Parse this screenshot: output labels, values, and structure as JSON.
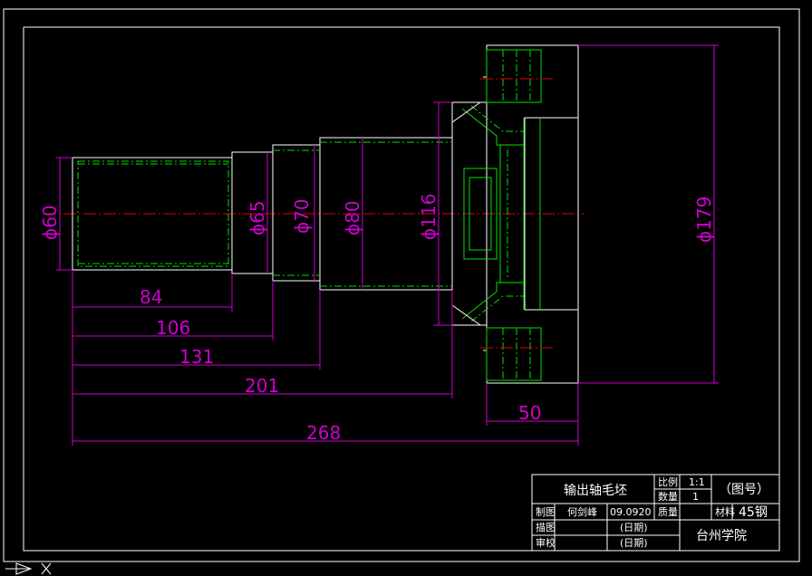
{
  "dimensions": {
    "diameters": [
      "ϕ60",
      "ϕ65",
      "ϕ70",
      "ϕ80",
      "ϕ116",
      "ϕ179"
    ],
    "lengths": [
      "84",
      "106",
      "131",
      "201",
      "268",
      "50"
    ]
  },
  "title_block": {
    "part_name": "输出轴毛坯",
    "scale_label": "比例",
    "scale_value": "1:1",
    "quantity_label": "数量",
    "quantity_value": "1",
    "drawing_no": "（图号）",
    "drafter_label": "制图",
    "drafter_name": "何剑峰",
    "drafter_date": "09.0920",
    "weight_label": "质量",
    "material_label": "材料",
    "material_value": "45钢",
    "designer_label": "描图",
    "designer_date": "(日期)",
    "reviewer_label": "审校",
    "reviewer_date": "(日期)",
    "school": "台州学院"
  },
  "colors": {
    "outline": "#ffffff",
    "hidden": "#00e000",
    "dimension": "#d000d0",
    "centerline": "#e00000"
  }
}
